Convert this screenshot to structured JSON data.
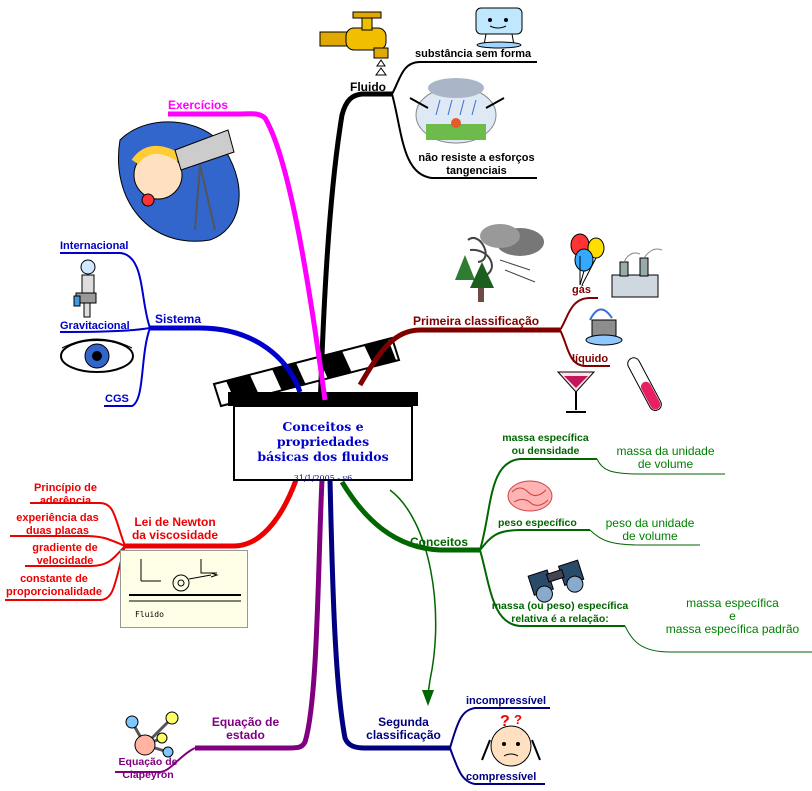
{
  "center": {
    "title_line1": "Conceitos e propriedades",
    "title_line2": "básicas dos fluidos",
    "date": "31/1/2005 - v6"
  },
  "branches": {
    "fluido": {
      "label": "Fluido",
      "sub1": "substância sem forma",
      "sub2_line1": "não resiste a esforços",
      "sub2_line2": "tangenciais"
    },
    "exercicios": {
      "label": "Exercícios"
    },
    "sistema": {
      "label": "Sistema",
      "items": [
        "Internacional",
        "Gravitacional",
        "CGS"
      ]
    },
    "primeira": {
      "label": "Primeira classificação",
      "items": [
        "gás",
        "líquido"
      ]
    },
    "conceitos": {
      "label": "Conceitos",
      "massa_especifica_line1": "massa específica",
      "massa_especifica_line2": "ou densidade",
      "massa_especifica_def_line1": "massa da unidade",
      "massa_especifica_def_line2": "de volume",
      "peso_especifico": "peso específico",
      "peso_especifico_def_line1": "peso da unidade",
      "peso_especifico_def_line2": "de volume",
      "relativa_line1": "massa (ou peso) específica",
      "relativa_line2": "relativa é a relação:",
      "relativa_def_line1": "massa específica",
      "relativa_def_line2": "e",
      "relativa_def_line3": "massa específica padrão"
    },
    "newton": {
      "label_line1": "Lei de Newton",
      "label_line2": "da viscosidade",
      "items": [
        [
          "Princípio de",
          "aderência"
        ],
        [
          "experiência das",
          "duas placas"
        ],
        [
          "gradiente de",
          "velocidade"
        ],
        [
          "constante de",
          "proporcionalidade"
        ]
      ],
      "figure_caption": "Fluido"
    },
    "estado": {
      "label_line1": "Equação de",
      "label_line2": "estado",
      "item_line1": "Equação de",
      "item_line2": "Clapeyron"
    },
    "segunda": {
      "label_line1": "Segunda",
      "label_line2": "classificação",
      "items": [
        "incompressível",
        "compressível"
      ]
    }
  },
  "colors": {
    "fluido": "#000000",
    "exercicios": "#ff00ff",
    "sistema": "#0000cc",
    "primeira": "#800000",
    "conceitos": "#006600",
    "newton": "#ee0000",
    "estado": "#800080",
    "segunda": "#000080",
    "definition": "#008000"
  },
  "icons": [
    "faucet-icon",
    "ice-cube-icon",
    "rain-scene-icon",
    "telescope-kid-icon",
    "astronaut-icon",
    "eye-icon",
    "storm-tree-icon",
    "balloons-icon",
    "factory-icon",
    "fountain-icon",
    "martini-glass-icon",
    "test-tube-icon",
    "brain-icon",
    "binoculars-icon",
    "molecule-icon",
    "confused-person-icon",
    "clapperboard-icon"
  ]
}
